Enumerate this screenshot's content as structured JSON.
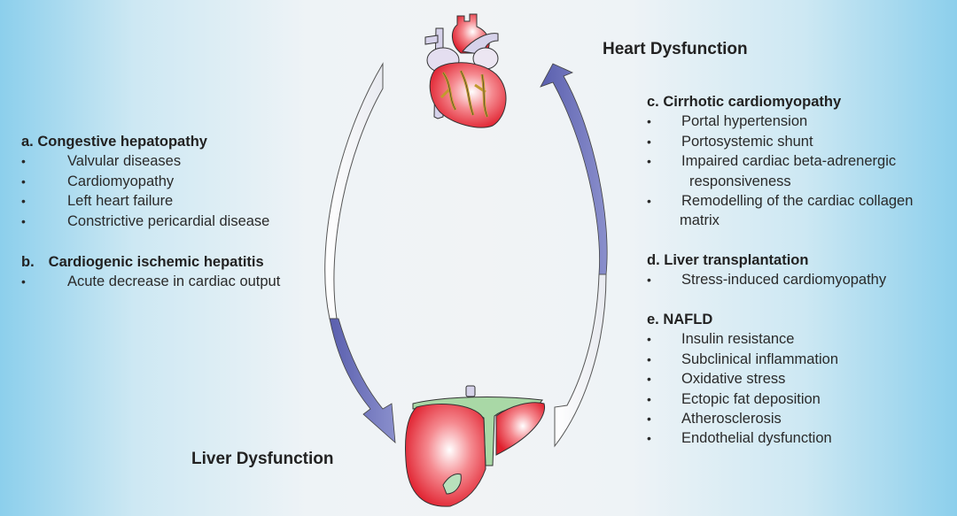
{
  "titles": {
    "heart": "Heart Dysfunction",
    "liver": "Liver Dysfunction"
  },
  "left": {
    "a": {
      "heading": "a. Congestive hepatopathy",
      "items": [
        "Valvular diseases",
        "Cardiomyopathy",
        "Left heart failure",
        "Constrictive pericardial disease"
      ]
    },
    "b": {
      "heading_letter": "b.",
      "heading_text": "Cardiogenic ischemic hepatitis",
      "items": [
        "Acute decrease in cardiac output"
      ]
    }
  },
  "right": {
    "c": {
      "heading": "c. Cirrhotic cardiomyopathy",
      "items": [
        "Portal hypertension",
        "Portosystemic shunt",
        "Impaired cardiac beta-adrenergic",
        "responsiveness",
        "Remodelling of the cardiac collagen",
        "matrix"
      ]
    },
    "d": {
      "heading": "d. Liver transplantation",
      "items": [
        "Stress-induced cardiomyopathy"
      ]
    },
    "e": {
      "heading": "e. NAFLD",
      "items": [
        "Insulin resistance",
        "Subclinical inflammation",
        "Oxidative stress",
        "Ectopic fat deposition",
        "Atherosclerosis",
        "Endothelial dysfunction"
      ]
    }
  },
  "bullet_glyph": "•",
  "colors": {
    "arrow_blue": "#6e72b8",
    "organ_red": "#e8333f",
    "liver_ligament": "#a9d8a6",
    "vessel": "#d6d2ea"
  },
  "icons": [
    "heart-illustration",
    "liver-illustration",
    "arrow-heart-to-liver",
    "arrow-liver-to-heart"
  ]
}
